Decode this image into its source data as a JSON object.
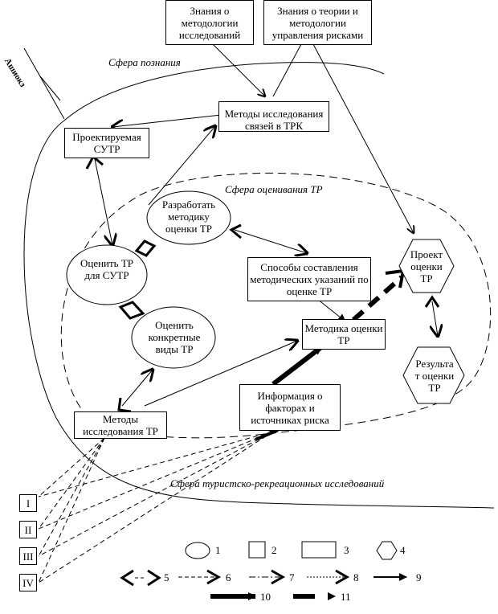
{
  "top_boxes": {
    "methodology": "Знания о методологии исследований",
    "risk_theory": "Знания о теории и методологии управления рисками"
  },
  "side_label": "Ашиокз",
  "spheres": {
    "cognition": "Сфера познания",
    "assessment": "Сфера оценивания ТР",
    "research": "Сфера туристско-рекреационных исследований"
  },
  "nodes": {
    "trk_methods": "Методы исследования связей в ТРК",
    "designed_sutr": "Проектируемая СУТР",
    "develop_method": "Разработать методику оценки ТР",
    "assess_tr": "Оценить ТР для СУТР",
    "compose_methods": "Способы составления методических указаний по оценке ТР",
    "assess_project": "Проект оценки ТР",
    "assess_specific": "Оценить конкретные виды ТР",
    "method": "Методика оценки ТР",
    "result": "Результа т оценки ТР",
    "risk_info": "Информация о факторах и источниках риска",
    "research_methods": "Методы исследования ТР"
  },
  "levels": [
    "I",
    "II",
    "III",
    "IV"
  ],
  "legend": [
    "1",
    "2",
    "3",
    "4",
    "5",
    "6",
    "7",
    "8",
    "9",
    "10",
    "11"
  ]
}
